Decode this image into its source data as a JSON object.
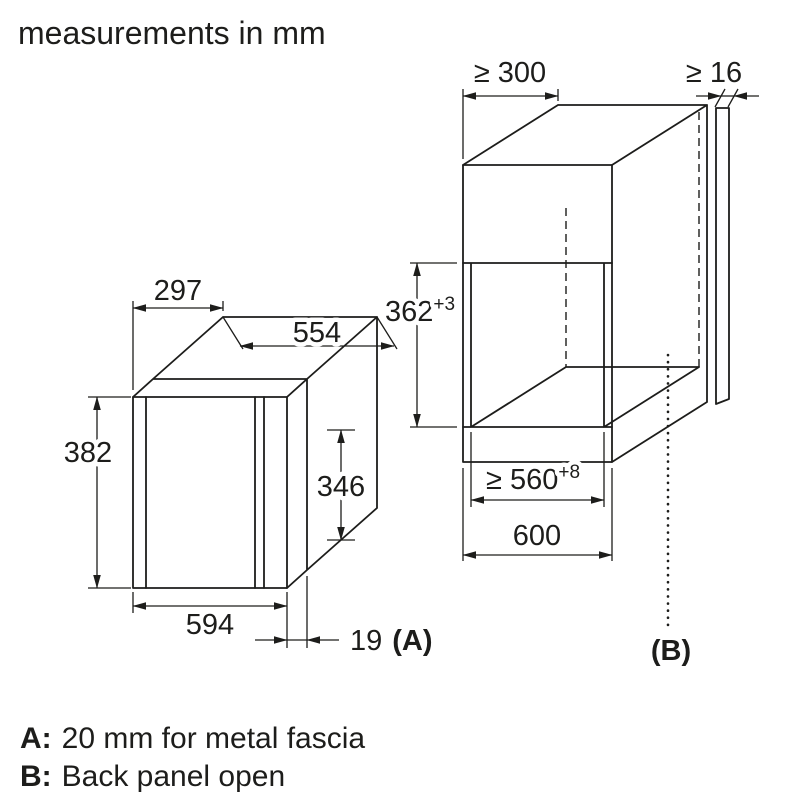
{
  "title": "measurements in mm",
  "colors": {
    "line": "#1d1d1b",
    "background": "#ffffff"
  },
  "microwave": {
    "depth": "297",
    "body_width": "554",
    "front_height": "382",
    "body_height": "346",
    "front_width": "594",
    "door_protrusion": "19",
    "ref_a": "(A)"
  },
  "cabinet": {
    "niche_depth_min": "≥ 300",
    "panel_thickness_min": "≥ 16",
    "niche_height": "362",
    "niche_height_tolerance": "+3",
    "niche_width_min": "≥ 560",
    "niche_width_tolerance": "+8",
    "cabinet_width": "600",
    "ref_b": "(B)"
  },
  "legend": [
    {
      "key": "A:",
      "text": "20 mm for metal fascia"
    },
    {
      "key": "B:",
      "text": "Back panel open"
    }
  ]
}
